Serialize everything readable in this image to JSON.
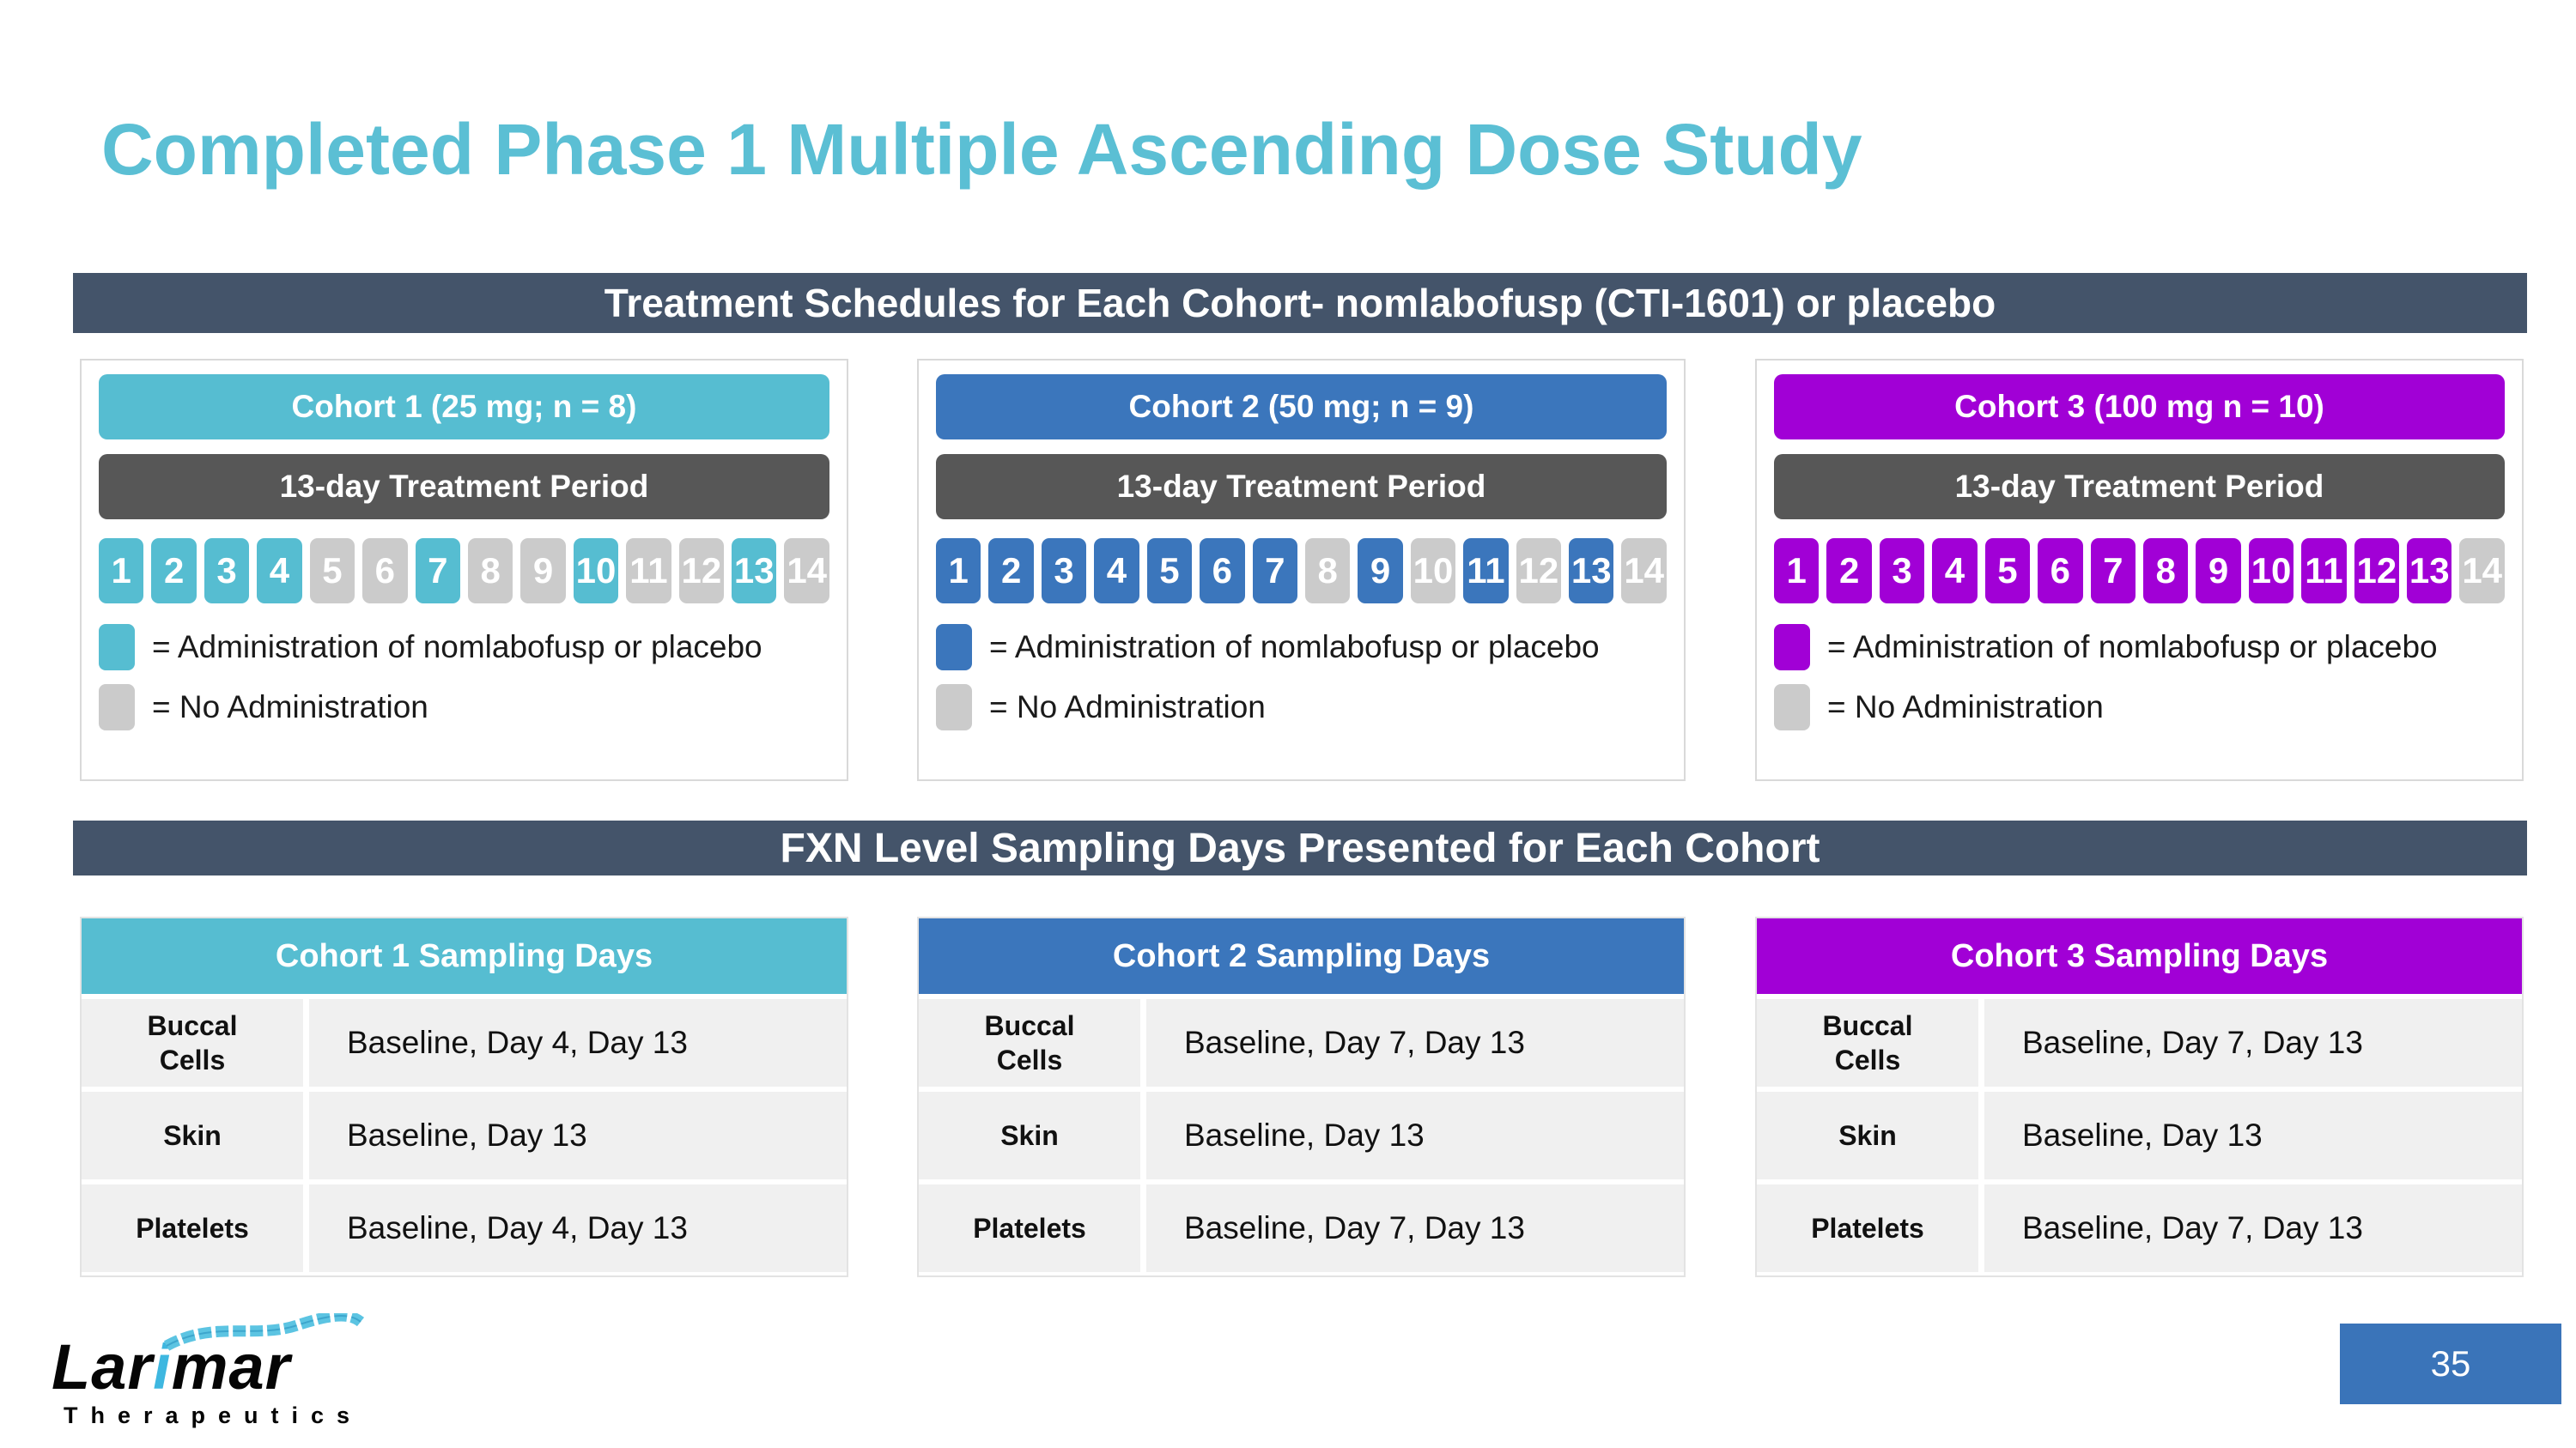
{
  "title": "Completed Phase 1 Multiple Ascending Dose Study",
  "banners": {
    "treatment": "Treatment Schedules for Each Cohort- nomlabofusp (CTI-1601) or placebo",
    "sampling": "FXN Level Sampling Days Presented for Each Cohort"
  },
  "colors": {
    "title": "#5BBFD4",
    "banner_bg": "#44546A",
    "cohort1": "#56BDD1",
    "cohort2": "#3B76BC",
    "cohort3": "#A100D6",
    "treatment_bar": "#575757",
    "inactive_day": "#CBCBCB",
    "table_row_bg": "#F0F0F0",
    "page_box": "#3A74B9"
  },
  "cohorts": [
    {
      "header": "Cohort 1 (25 mg; n = 8)",
      "treatment_period": "13-day Treatment Period",
      "days_total": 14,
      "active_days": [
        1,
        2,
        3,
        4,
        7,
        10,
        13
      ],
      "legend": {
        "admin": "= Administration of nomlabofusp  or placebo",
        "none": "= No Administration"
      },
      "sampling": {
        "header": "Cohort 1 Sampling Days",
        "rows": [
          {
            "label": "Buccal\nCells",
            "value": "Baseline, Day 4, Day 13"
          },
          {
            "label": "Skin",
            "value": "Baseline, Day 13"
          },
          {
            "label": "Platelets",
            "value": "Baseline, Day 4, Day 13"
          }
        ]
      }
    },
    {
      "header": "Cohort 2 (50 mg; n = 9)",
      "treatment_period": "13-day Treatment Period",
      "days_total": 14,
      "active_days": [
        1,
        2,
        3,
        4,
        5,
        6,
        7,
        9,
        11,
        13
      ],
      "legend": {
        "admin": "= Administration of nomlabofusp or placebo",
        "none": "= No Administration"
      },
      "sampling": {
        "header": "Cohort 2 Sampling Days",
        "rows": [
          {
            "label": "Buccal\nCells",
            "value": "Baseline, Day 7, Day 13"
          },
          {
            "label": "Skin",
            "value": "Baseline, Day 13"
          },
          {
            "label": "Platelets",
            "value": "Baseline, Day 7, Day 13"
          }
        ]
      }
    },
    {
      "header": "Cohort 3 (100 mg n = 10)",
      "treatment_period": "13-day Treatment Period",
      "days_total": 14,
      "active_days": [
        1,
        2,
        3,
        4,
        5,
        6,
        7,
        8,
        9,
        10,
        11,
        12,
        13
      ],
      "legend": {
        "admin": "= Administration of nomlabofusp or placebo",
        "none": "= No Administration"
      },
      "sampling": {
        "header": "Cohort 3 Sampling Days",
        "rows": [
          {
            "label": "Buccal\nCells",
            "value": "Baseline, Day 7, Day 13"
          },
          {
            "label": "Skin",
            "value": "Baseline, Day 13"
          },
          {
            "label": "Platelets",
            "value": "Baseline, Day 7, Day 13"
          }
        ]
      }
    }
  ],
  "logo": {
    "wordmark_prefix": "Lar",
    "wordmark_i": "i",
    "wordmark_suffix": "mar",
    "subtitle": "Therapeutics"
  },
  "page_number": "35"
}
